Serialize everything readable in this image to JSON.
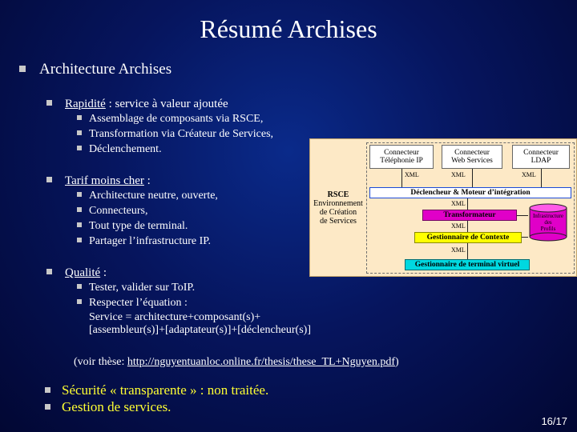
{
  "title": "Résumé Archises",
  "section": "Architecture Archises",
  "rapidite": {
    "label": "Rapidité",
    "rest": " : service à valeur ajoutée",
    "items": [
      "Assemblage de composants via RSCE,",
      "Transformation via Créateur de Services,",
      "Déclenchement."
    ]
  },
  "tarif": {
    "label": "Tarif moins cher",
    "rest": " :",
    "items": [
      "Architecture neutre, ouverte,",
      "Connecteurs,",
      "Tout type de terminal.",
      "Partager l’infrastructure IP."
    ]
  },
  "qualite": {
    "label": "Qualité",
    "rest": " :",
    "items": [
      "Tester, valider sur ToIP.",
      "Respecter l’équation :"
    ],
    "equation1": "Service =  architecture+composant(s)+",
    "equation2": "[assembleur(s)]+[adaptateur(s)]+[déclencheur(s)]"
  },
  "these": {
    "prefix": "(voir thèse: ",
    "link": "http://nguyentuanloc.online.fr/thesis/these_TL+Nguyen.pdf",
    "suffix": ")"
  },
  "bottom": [
    "Sécurité « transparente » : non traitée.",
    "Gestion de services."
  ],
  "page": "16/17",
  "diagram": {
    "rsce_title": "RSCE",
    "rsce_lines": [
      "Environnement",
      "de Création",
      "de Services"
    ],
    "conn1": [
      "Connecteur",
      "Téléphonie IP"
    ],
    "conn2": [
      "Connecteur",
      "Web Services"
    ],
    "conn3": [
      "Connecteur",
      "LDAP"
    ],
    "xml": "XML",
    "declencheur": "Déclencheur & Moteur d’intégration",
    "transformateur": "Transformateur",
    "gestionnaire": "Gestionnaire de Contexte",
    "base": [
      "Infrastructure",
      "des",
      "Profils"
    ],
    "terminal": "Gestionnaire de terminal virtuel"
  },
  "colors": {
    "background": "#06155e",
    "diagram_bg": "#fde9c6",
    "highlight_blue": "#1a4ad8",
    "highlight_magenta": "#e000c8",
    "highlight_yellow": "#ffff00",
    "highlight_cyan": "#00d8e0",
    "emphasis_text": "#ffff33"
  }
}
